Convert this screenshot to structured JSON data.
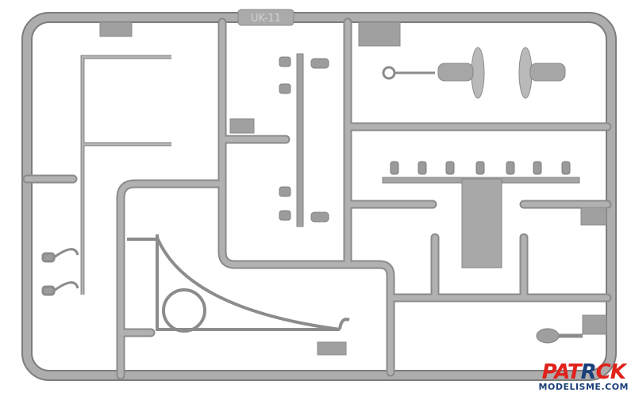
{
  "sprue": {
    "code_label": "UK-11",
    "frame_color": "#a4a4a4",
    "frame_stroke": "#7f7f7f",
    "background": "#ffffff"
  },
  "watermark": {
    "line1_part1": "PAT",
    "line1_part2": "R",
    "line1_part3": "CK",
    "line2": "MODELISME.COM",
    "color_red": "#e0221c",
    "color_blue": "#1b3f7a"
  }
}
